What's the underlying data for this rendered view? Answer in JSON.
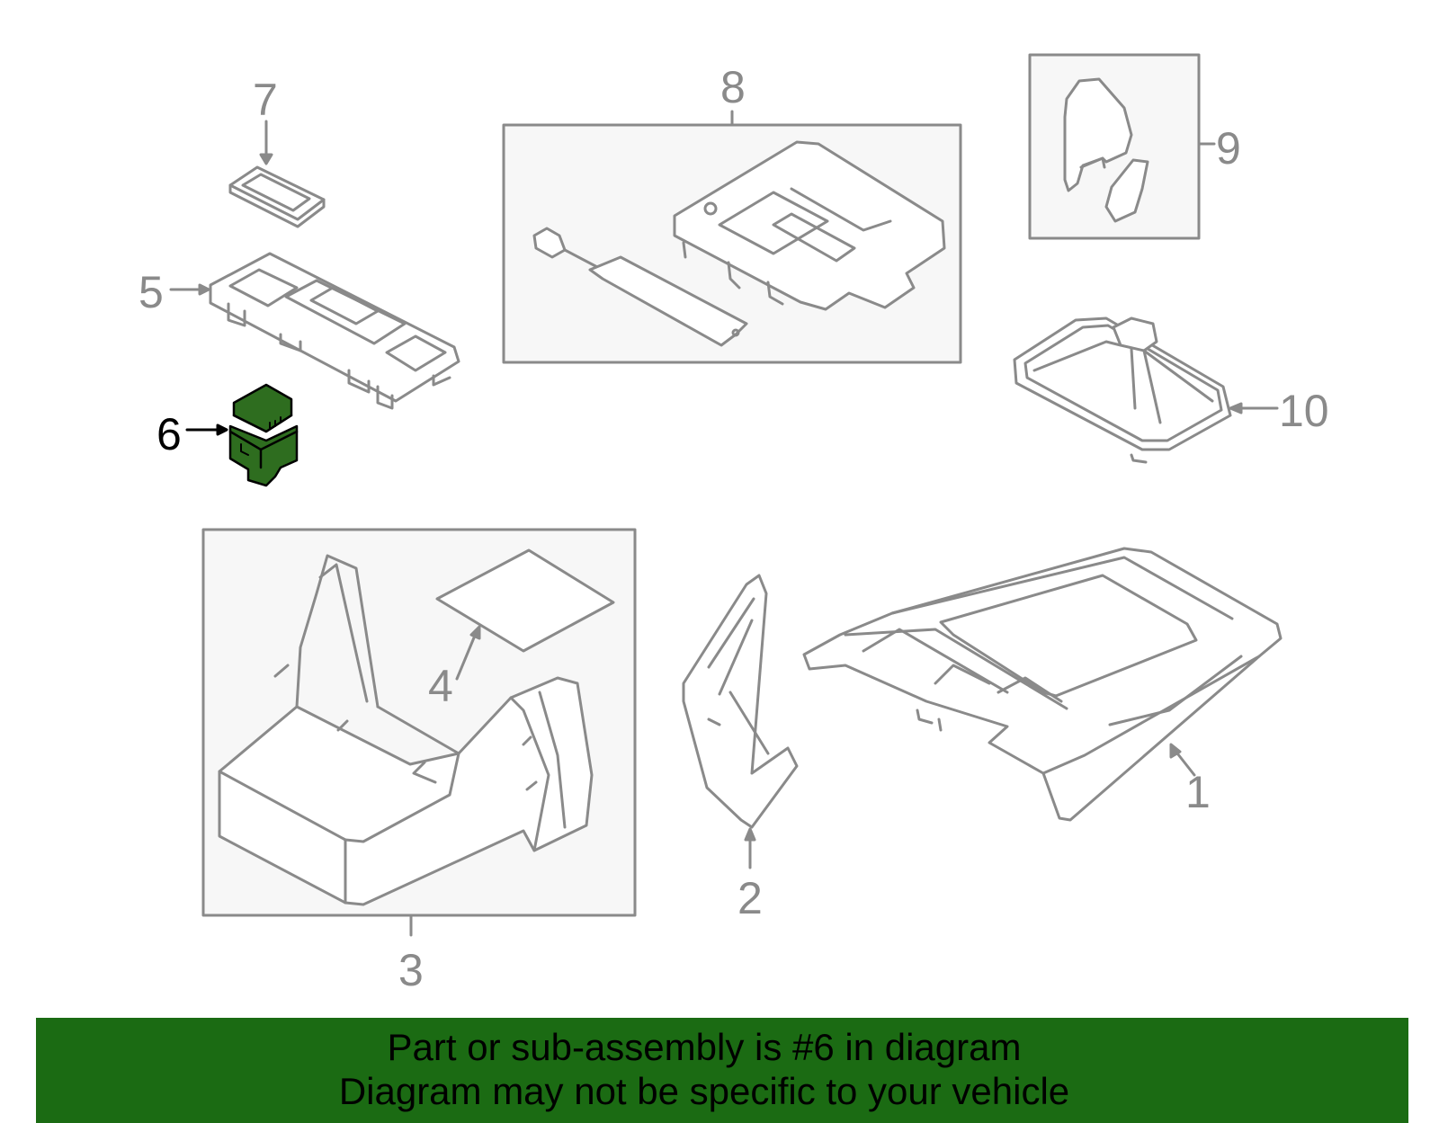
{
  "callouts": {
    "c1": "1",
    "c2": "2",
    "c3": "3",
    "c4": "4",
    "c5": "5",
    "c6": "6",
    "c7": "7",
    "c8": "8",
    "c9": "9",
    "c10": "10"
  },
  "highlighted_part": "6",
  "banner": {
    "line1": "Part or sub-assembly is #6 in diagram",
    "line2": "Diagram may not be specific to your vehicle"
  },
  "colors": {
    "line": "#8a8a8a",
    "highlight_fill": "#2e6d1f",
    "banner_bg": "#1b6b13",
    "box_fill": "#f7f7f7"
  }
}
